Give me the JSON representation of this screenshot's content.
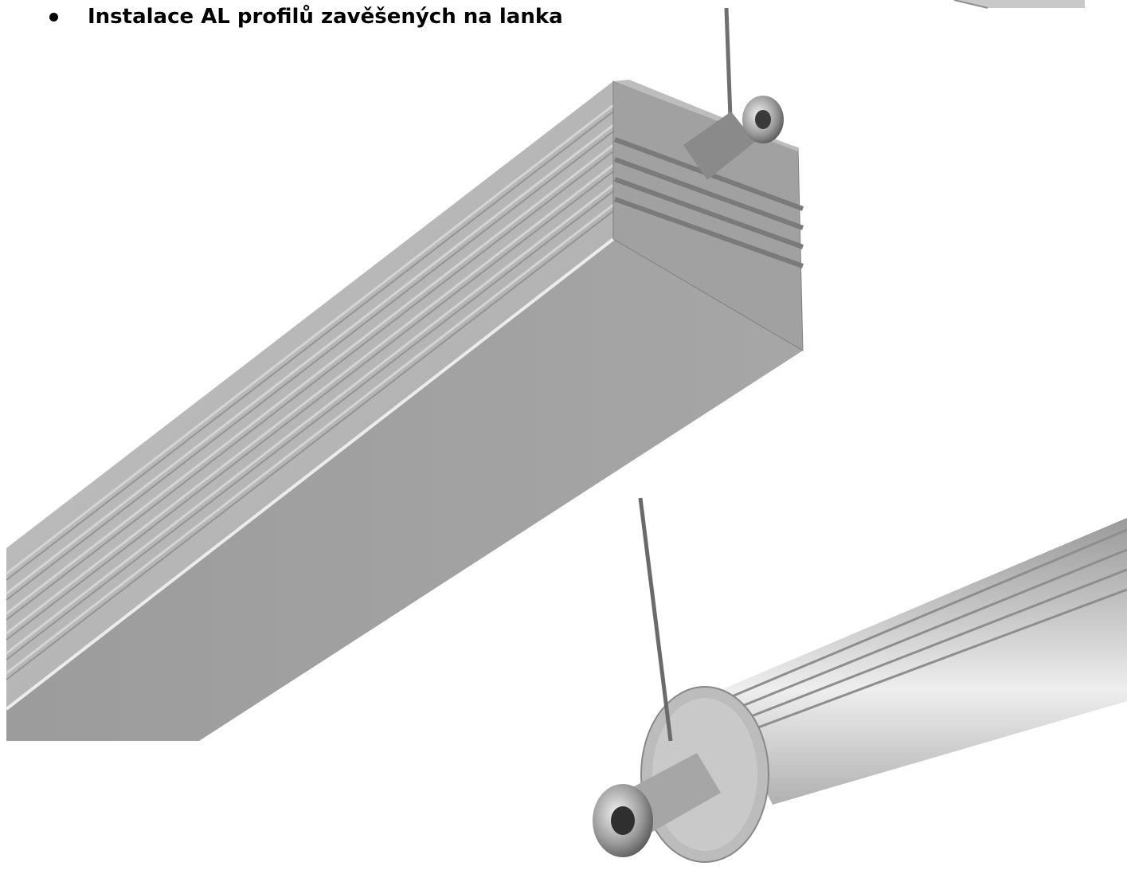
{
  "heading": {
    "bullet": "•",
    "text": "Instalace AL profilů zavěšených na lanka"
  },
  "illustrations": [
    {
      "name": "square-aluminium-profile-with-cable",
      "color": "#a9a9a9"
    },
    {
      "name": "round-aluminium-profile-with-cable",
      "color": "#b8b8b8"
    },
    {
      "name": "corner-photo-fragment",
      "color": "#c8c8c8"
    }
  ]
}
